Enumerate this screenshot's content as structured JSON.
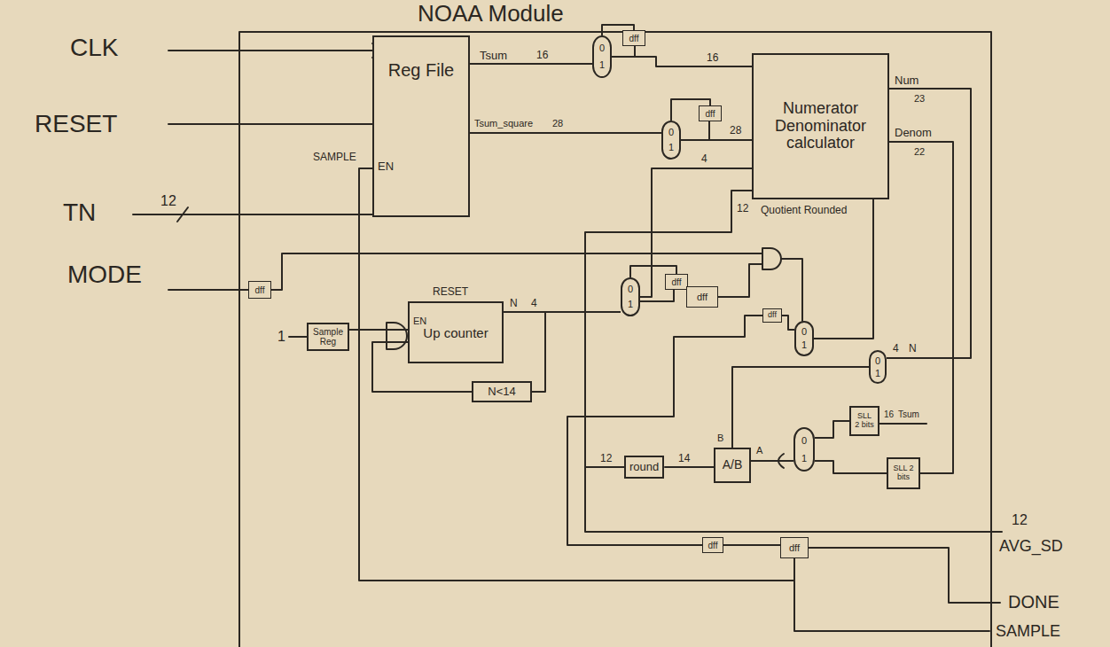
{
  "diagram": {
    "title": "NOAA Module",
    "nodes": [
      {
        "text": [
          "Reg File",
          "EN"
        ]
      },
      {
        "text": [
          "Numerator Denominator calculator"
        ]
      },
      {
        "text": [
          "EN",
          "Up counter"
        ]
      },
      {
        "text": [
          "N<14"
        ]
      },
      {
        "text": [
          "Sample Reg"
        ]
      },
      {
        "text": [
          "dff"
        ]
      },
      {
        "text": [
          "round"
        ]
      },
      {
        "text": [
          "A/B"
        ]
      },
      {
        "text": [
          "SLL 2 bits"
        ]
      },
      {
        "text": [
          "SLL 2 bits"
        ]
      },
      {
        "text": [
          "0",
          "1"
        ]
      },
      {
        "text": [
          "0",
          "1"
        ]
      },
      {
        "text": [
          "0",
          "1"
        ]
      },
      {
        "text": [
          "0",
          "1"
        ]
      },
      {
        "text": [
          "0",
          "1"
        ]
      },
      {
        "text": [
          "0",
          "1"
        ]
      },
      {
        "text": [
          "dff"
        ]
      },
      {
        "text": [
          "dff"
        ]
      },
      {
        "text": [
          "dff"
        ]
      },
      {
        "text": [
          "dff"
        ]
      },
      {
        "text": [
          "dff"
        ]
      },
      {
        "text": [
          "dff"
        ]
      },
      {
        "text": [
          "dff"
        ]
      }
    ],
    "edges": [
      {
        "from": 0,
        "to": 10,
        "arrow": "none"
      },
      {
        "from": 10,
        "to": 16,
        "arrow": "none"
      },
      {
        "from": 16,
        "to": 10,
        "arrow": "none"
      },
      {
        "from": 10,
        "to": 1,
        "arrow": "none"
      },
      {
        "from": 0,
        "to": 11,
        "arrow": "none"
      },
      {
        "from": 11,
        "to": 17,
        "arrow": "none"
      },
      {
        "from": 17,
        "to": 11,
        "arrow": "none"
      },
      {
        "from": 11,
        "to": 1,
        "arrow": "none"
      },
      {
        "from": 2,
        "to": 12,
        "arrow": "none"
      },
      {
        "from": 12,
        "to": 18,
        "arrow": "none"
      },
      {
        "from": 18,
        "to": 12,
        "arrow": "none"
      },
      {
        "from": 12,
        "to": 1,
        "arrow": "none"
      },
      {
        "from": 2,
        "to": 3,
        "arrow": "none"
      },
      {
        "from": 3,
        "to": 2,
        "arrow": "none"
      },
      {
        "from": 4,
        "to": 2,
        "arrow": "none"
      },
      {
        "from": 1,
        "to": 14,
        "arrow": "none"
      },
      {
        "from": 1,
        "to": 9,
        "arrow": "none"
      },
      {
        "from": 8,
        "to": 15,
        "arrow": "none"
      },
      {
        "from": 9,
        "to": 15,
        "arrow": "none"
      },
      {
        "from": 15,
        "to": 7,
        "arrow": "none"
      },
      {
        "from": 14,
        "to": 7,
        "arrow": "none"
      },
      {
        "from": 7,
        "to": 6,
        "arrow": "none"
      },
      {
        "from": 6,
        "to": 1,
        "arrow": "none"
      },
      {
        "from": 20,
        "to": 13,
        "arrow": "none"
      },
      {
        "from": 13,
        "to": 1,
        "arrow": "none"
      },
      {
        "from": 21,
        "to": 22,
        "arrow": "none"
      }
    ],
    "labels": [
      "CLK",
      "RESET",
      "TN",
      "12",
      "MODE",
      "SAMPLE",
      "Tsum",
      "16",
      "Tsum_square",
      "28",
      "16",
      "28",
      "4",
      "12",
      "Quotient Rounded",
      "Num",
      "23",
      "Denom",
      "22",
      "RESET",
      "N",
      "4",
      "1",
      "12",
      "14",
      "B",
      "A",
      "16",
      "Tsum",
      "4",
      "N",
      "12",
      "AVG_SD",
      "DONE",
      "SAMPLE"
    ]
  }
}
